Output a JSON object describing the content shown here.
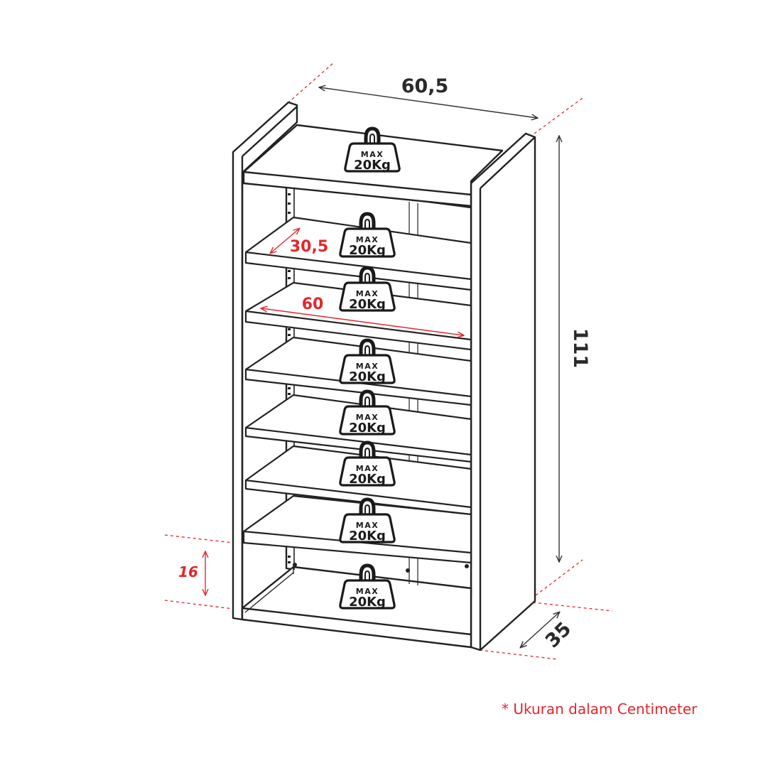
{
  "colors": {
    "line": "#222222",
    "accent_red": "#e3262b",
    "dashed_red": "#e3262b",
    "dim_text": "#2b2b2b"
  },
  "dimensions": {
    "width_outer": "60,5",
    "height": "111",
    "depth": "35",
    "shelf_depth": "30,5",
    "shelf_width": "60",
    "bottom_clearance": "16"
  },
  "weight_badge": {
    "top_text": "MAX",
    "bottom_text": "20Kg",
    "icon": "weight-icon",
    "count": 8
  },
  "footnote": "* Ukuran dalam Centimeter"
}
